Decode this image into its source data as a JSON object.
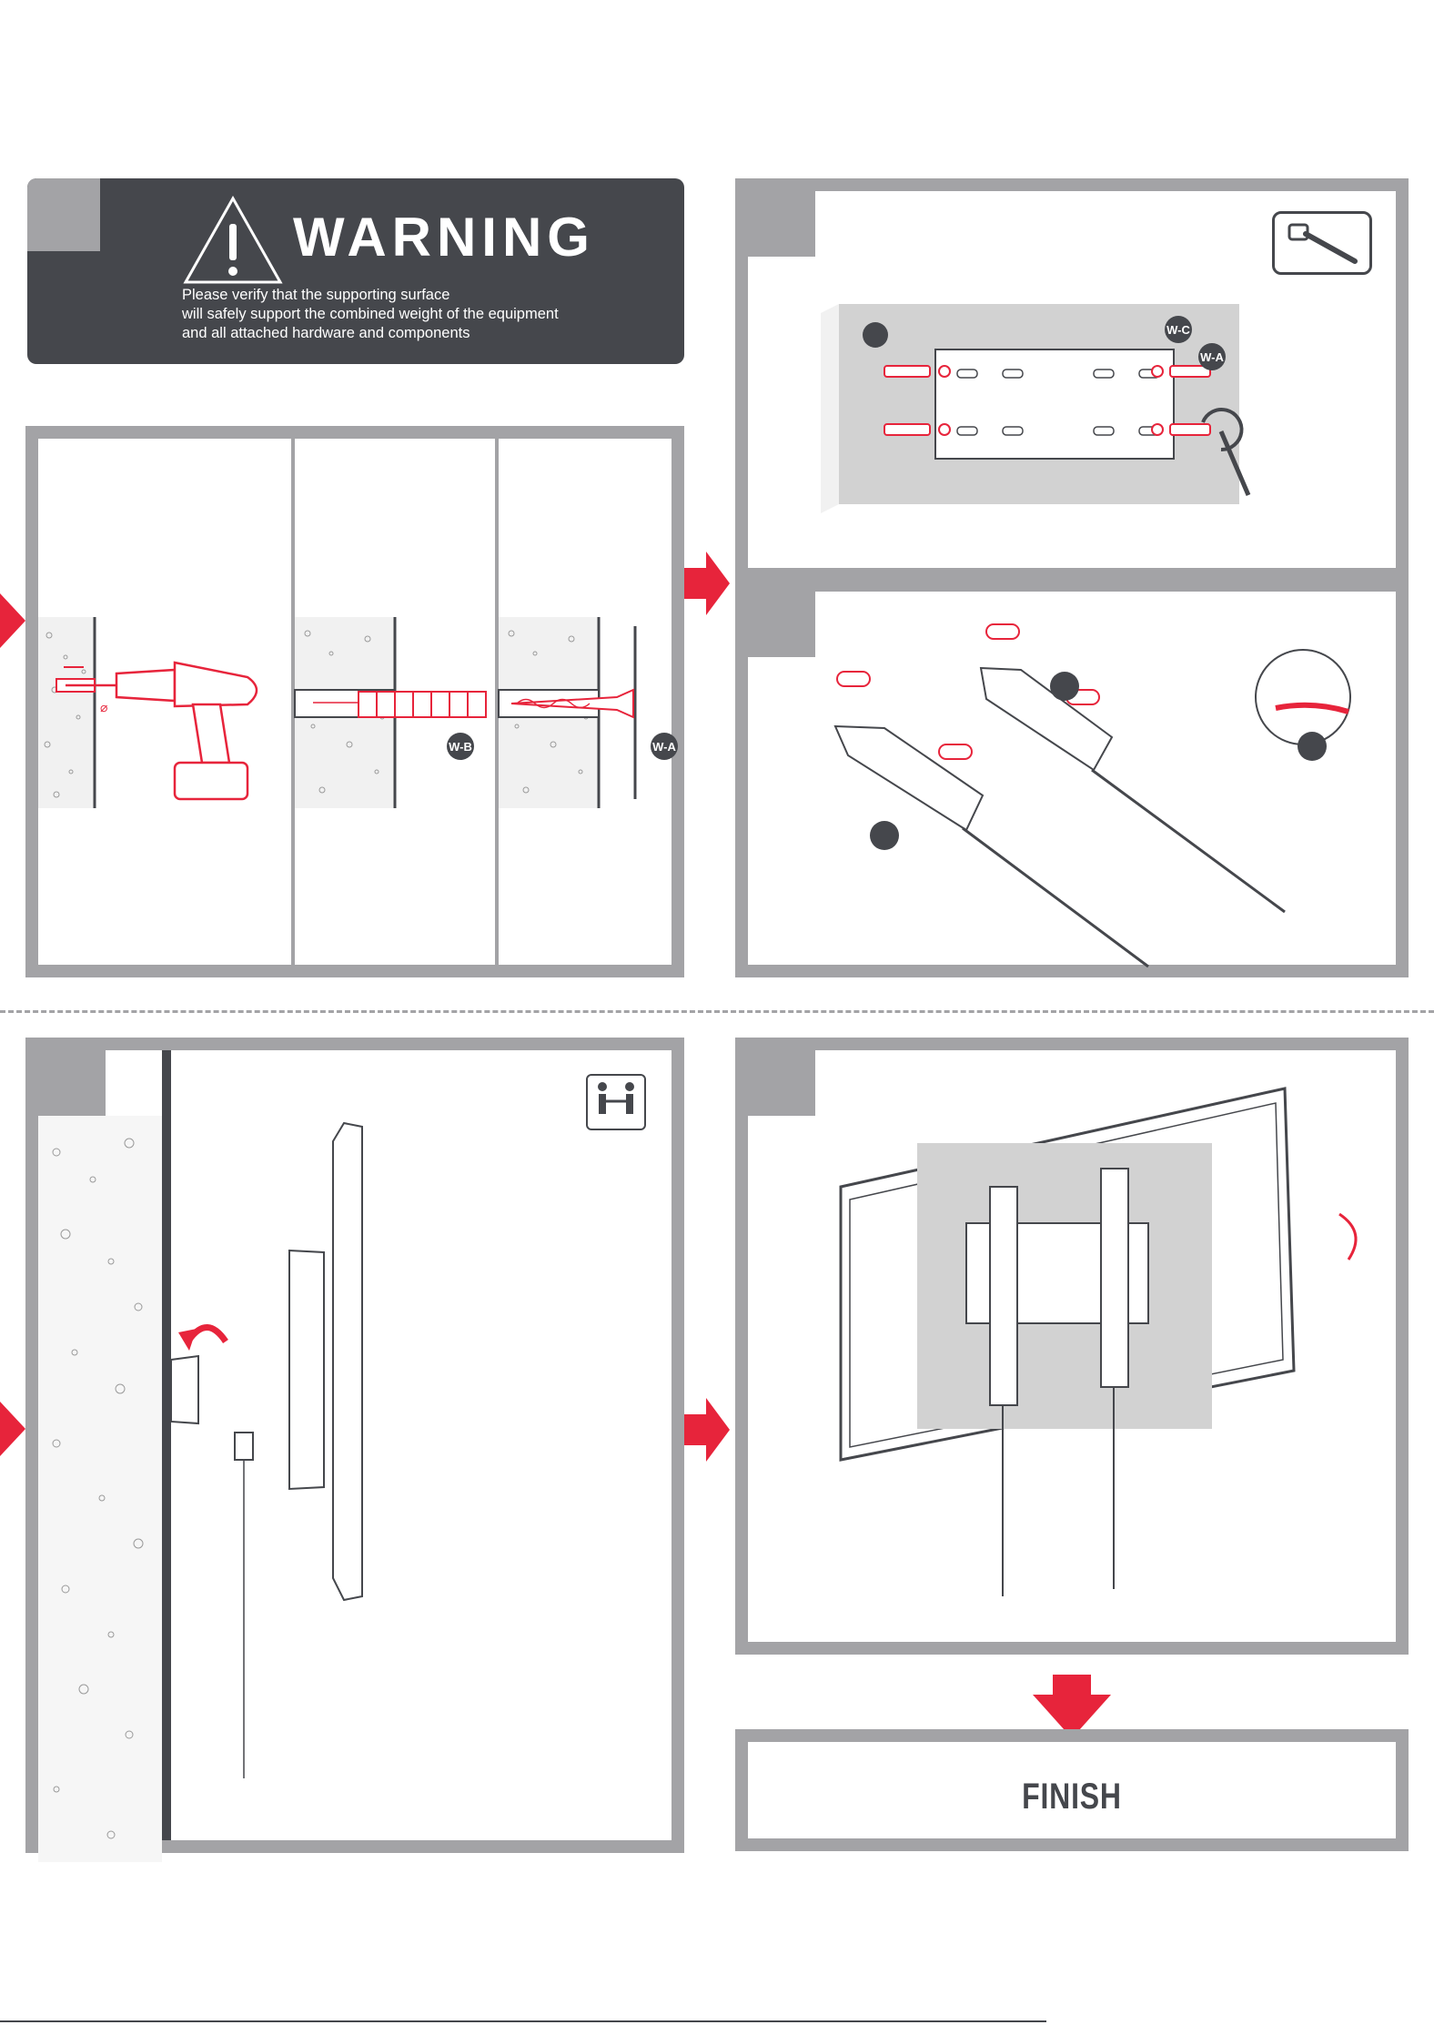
{
  "warning": {
    "title": "WARNING",
    "message": "Please verify that the supporting surface\nwill safely support the combined weight of the equipment\nand all attached hardware and components"
  },
  "labels": {
    "wb": "W-B",
    "wa": "W-A",
    "wc": "W-C",
    "wa2": "W-A",
    "diameter": "⌀"
  },
  "finish": "FINISH",
  "colors": {
    "panel_gray": "#a3a3a6",
    "dark": "#45474c",
    "accent_red": "#e7243b"
  }
}
